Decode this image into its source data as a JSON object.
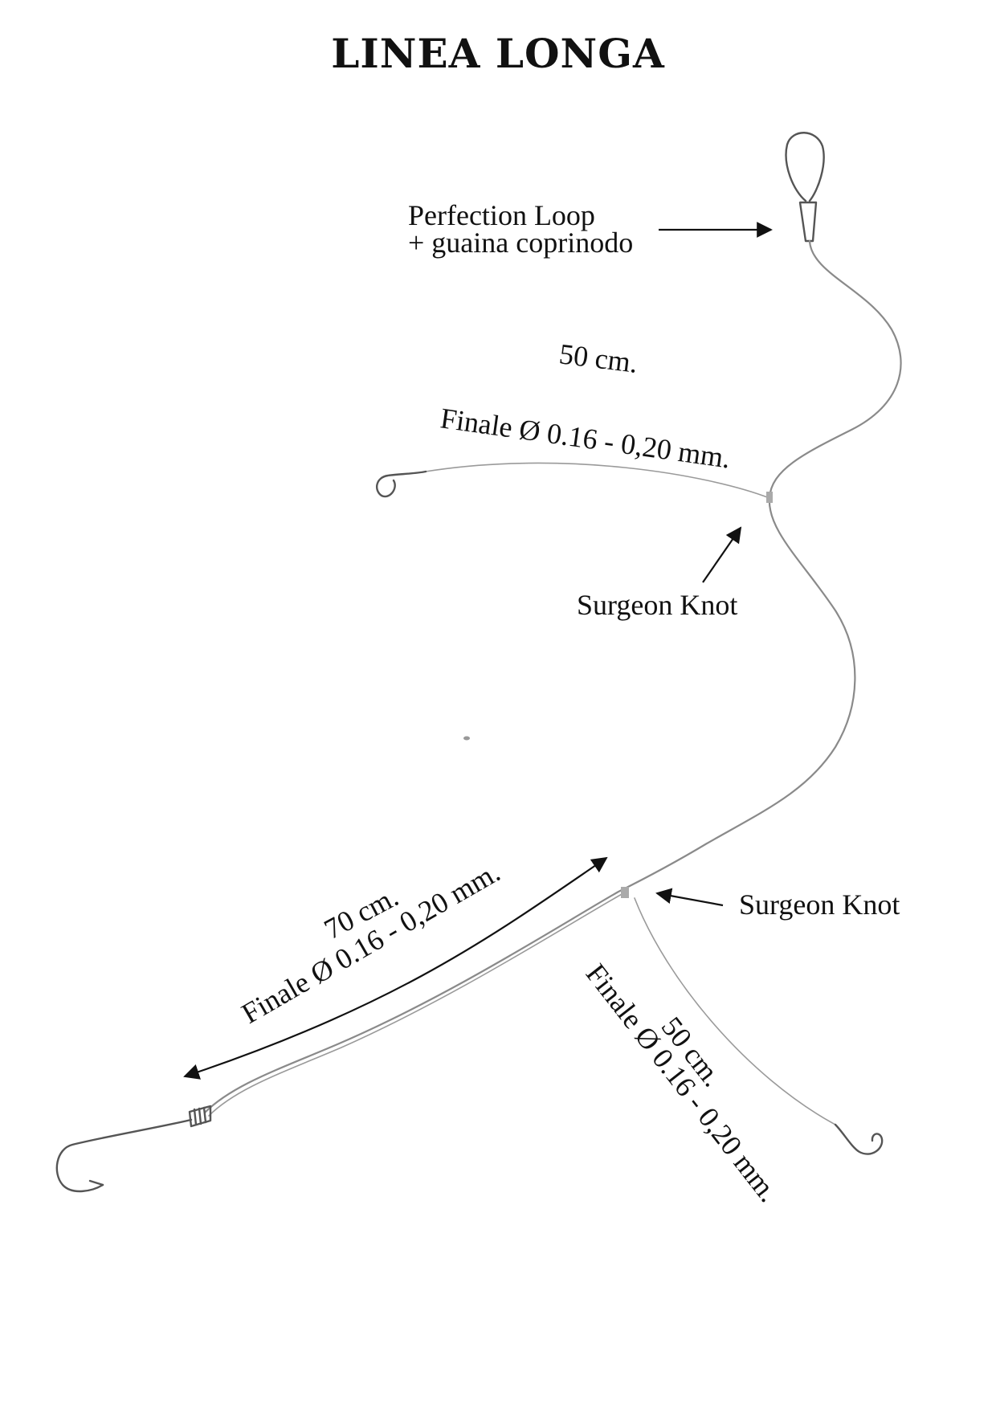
{
  "title": "LINEA LONGA",
  "labels": {
    "perfection_loop_line1": "Perfection Loop",
    "perfection_loop_line2": "+ guaina coprinodo",
    "upper_length": "50 cm.",
    "upper_finale": "Finale Ø 0.16 - 0,20 mm.",
    "surgeon_knot_upper": "Surgeon Knot",
    "surgeon_knot_lower": "Surgeon Knot",
    "main_length": "70 cm.",
    "main_finale": "Finale Ø 0.16 - 0,20 mm.",
    "lower_length": "50 cm.",
    "lower_finale": "Finale Ø 0.16 - 0,20 mm."
  },
  "colors": {
    "line": "#8a8a8a",
    "ink": "#111111"
  }
}
